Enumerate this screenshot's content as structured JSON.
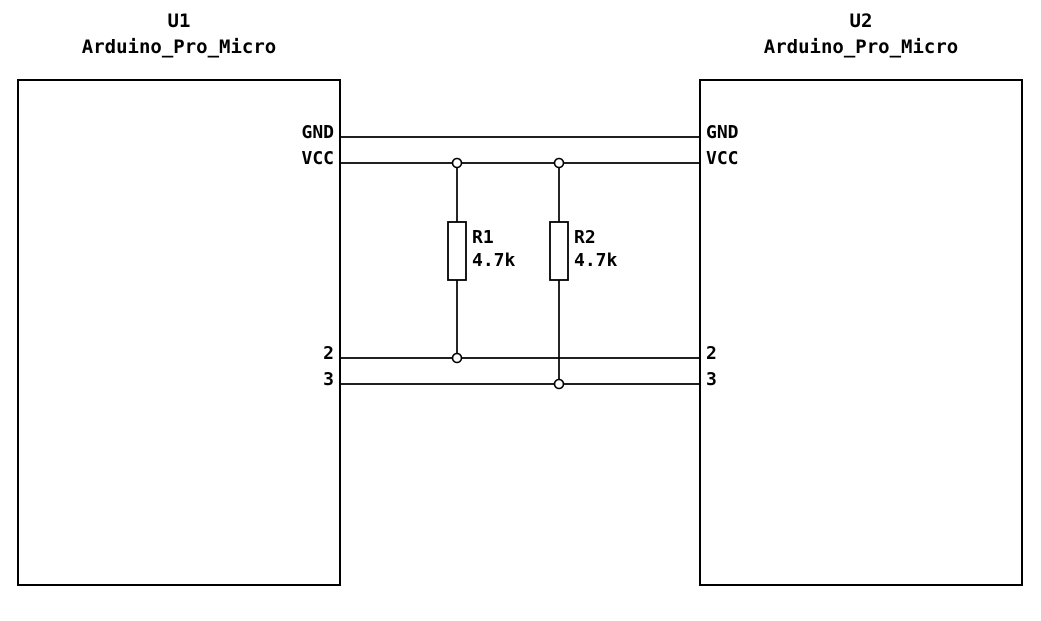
{
  "schematic": {
    "colors": {
      "line": "#000000",
      "background": "#ffffff"
    },
    "u1": {
      "ref": "U1",
      "value": "Arduino_Pro_Micro",
      "pins": {
        "gnd": "GND",
        "vcc": "VCC",
        "p2": "2",
        "p3": "3"
      }
    },
    "u2": {
      "ref": "U2",
      "value": "Arduino_Pro_Micro",
      "pins": {
        "gnd": "GND",
        "vcc": "VCC",
        "p2": "2",
        "p3": "3"
      }
    },
    "r1": {
      "ref": "R1",
      "value": "4.7k"
    },
    "r2": {
      "ref": "R2",
      "value": "4.7k"
    }
  }
}
